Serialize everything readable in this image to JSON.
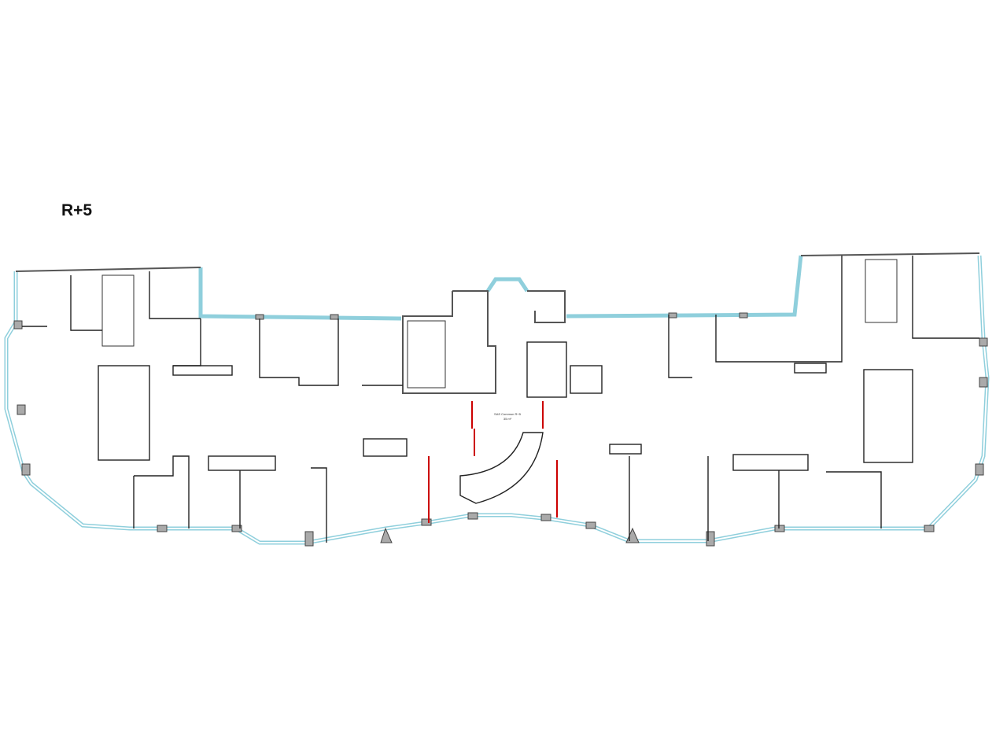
{
  "plan": {
    "level_label": "R+5",
    "room_label": "SAS Commun R+5",
    "room_area": "35 m²",
    "colors": {
      "glazing": "#8fcfdc",
      "walls": "#aaaaaa",
      "fire_doors": "#cc0000"
    }
  }
}
